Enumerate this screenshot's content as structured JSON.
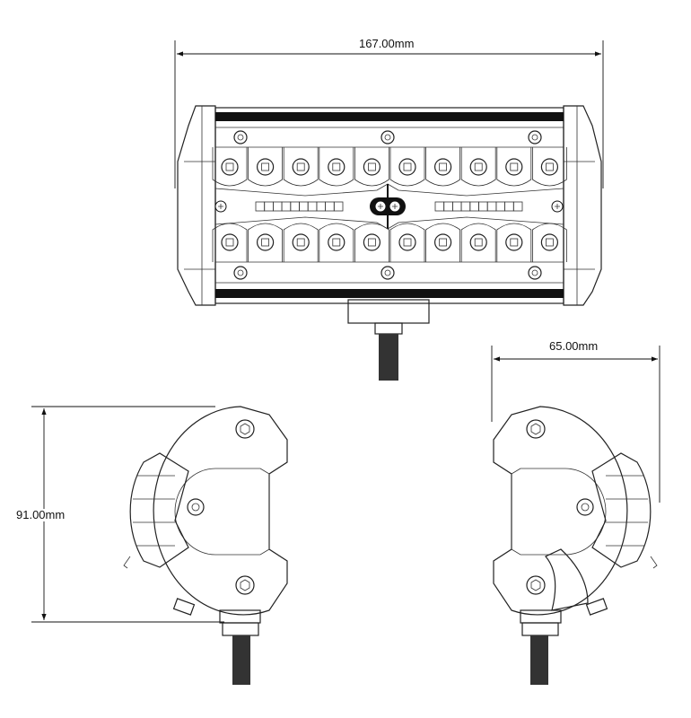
{
  "dimensions": {
    "width": "167.00mm",
    "height": "91.00mm",
    "depth": "65.00mm"
  },
  "views": {
    "front": {
      "led_rows": 2,
      "leds_per_row": 10,
      "strip_segments_per_side": 10
    },
    "side_left": {},
    "side_right": {}
  },
  "colors": {
    "line": "#222222",
    "background": "#ffffff"
  }
}
